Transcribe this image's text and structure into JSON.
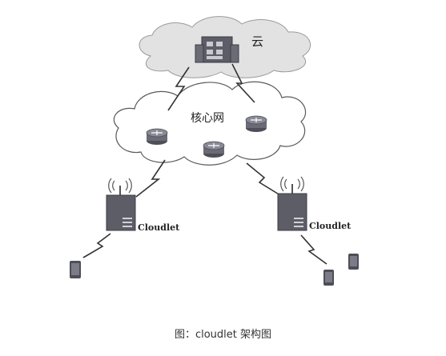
{
  "diagram": {
    "cloud_label": "云",
    "core_network_label": "核心网",
    "cloudlet_left_label": "Cloudlet",
    "cloudlet_right_label": "Cloudlet",
    "caption": "图：cloudlet 架构图"
  },
  "colors": {
    "cloud_fill": "#e2e2e2",
    "core_fill": "#ffffff",
    "node_fill": "#6b6b76",
    "server_fill": "#5d5d68",
    "stroke": "#555555",
    "text": "#222222"
  },
  "icons": [
    "cloud-server-icon",
    "router-icon",
    "cloudlet-server-icon",
    "antenna-icon",
    "mobile-device-icon",
    "lightning-link-icon"
  ]
}
